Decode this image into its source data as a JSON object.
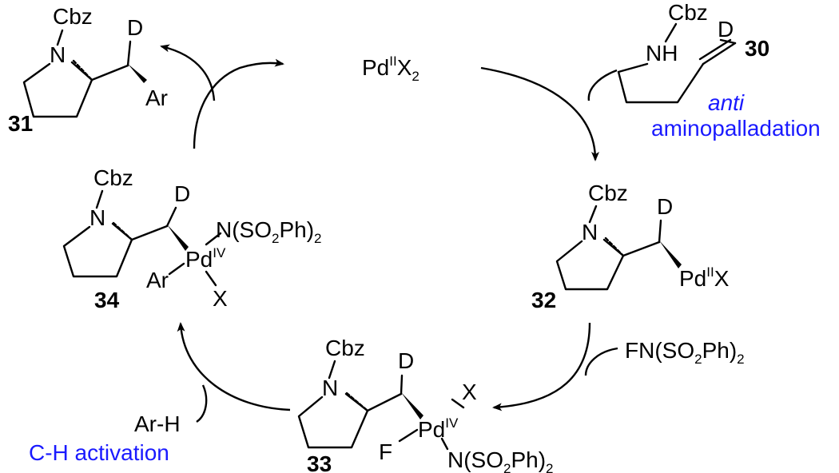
{
  "catalyst": {
    "pd": "Pd",
    "ox": "II",
    "x": "X",
    "sub": "2"
  },
  "labels": {
    "cbz": "Cbz",
    "n": "N",
    "nh": "NH",
    "d": "D",
    "ar": "Ar",
    "x": "X",
    "f": "F",
    "pd": "Pd",
    "pd2": "II",
    "pd4": "IV",
    "nso_a": "N(SO",
    "nso_b": "Ph)",
    "sub2": "2",
    "fnso_a": "FN(SO",
    "arh": "Ar-H"
  },
  "compounds": {
    "c30": "30",
    "c31": "31",
    "c32": "32",
    "c33": "33",
    "c34": "34"
  },
  "annotations": {
    "anti": "anti",
    "aminopalladation": "aminopalladation",
    "ch_activation": "C-H activation"
  },
  "colors": {
    "annotation": "#1a1aff",
    "ink": "#000000"
  }
}
